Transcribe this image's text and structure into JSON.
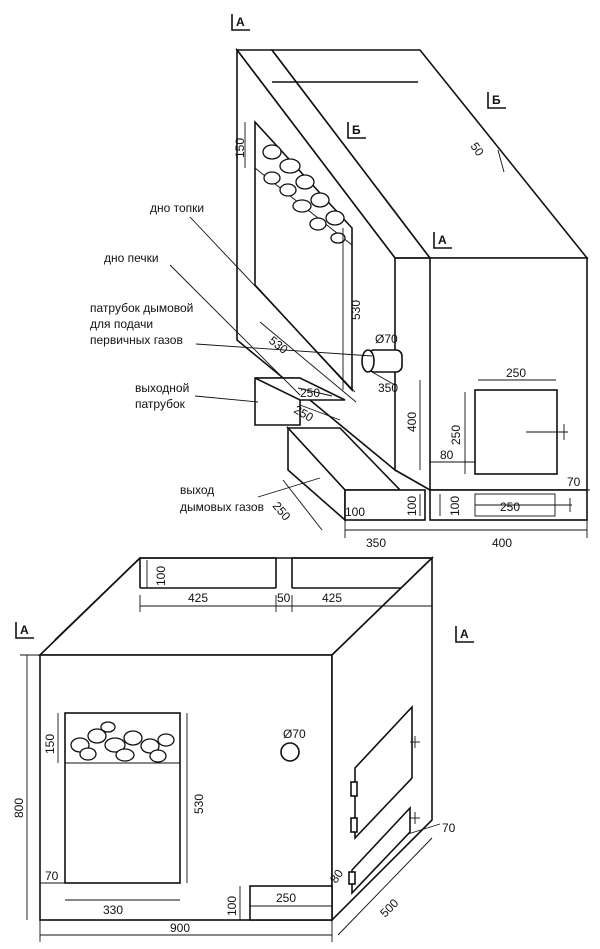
{
  "sections": [
    "А",
    "Б"
  ],
  "upper": {
    "labels": {
      "firebox_bottom": "дно топки",
      "stove_bottom": "дно печки",
      "pipe_line1": "патрубок дымовой",
      "pipe_line2": "для подачи",
      "pipe_line3": "первичных газов",
      "outlet_line1": "выходной",
      "outlet_line2": "патрубок",
      "exit_line1": "выход",
      "exit_line2": "дымовых газов"
    },
    "dims": {
      "wall_gap": "50",
      "stone_h": "150",
      "firebox_h": "530",
      "firebox_depth": "530",
      "pipe_d": "Ø70",
      "pipe_pos": "350",
      "outlet_w": "250",
      "outlet_w2": "250",
      "outlet_h": "400",
      "door_w": "250",
      "door_h": "250",
      "door_off": "80",
      "base_side": "250",
      "base_h_left": "100",
      "base_h_mid": "100",
      "base_h_right": "100",
      "ash_w": "250",
      "ash_off": "70",
      "base_len_left": "350",
      "base_len_right": "400"
    }
  },
  "lower": {
    "dims": {
      "top_h": "100",
      "top_left": "425",
      "top_gap": "50",
      "top_right": "425",
      "total_h": "800",
      "stone_h": "150",
      "firebox_h": "530",
      "pipe_d": "Ø70",
      "left_off": "70",
      "firebox_w": "330",
      "base_h": "100",
      "ash_w": "250",
      "door_off": "80",
      "ash_off": "70",
      "total_w": "900",
      "depth": "500"
    }
  }
}
